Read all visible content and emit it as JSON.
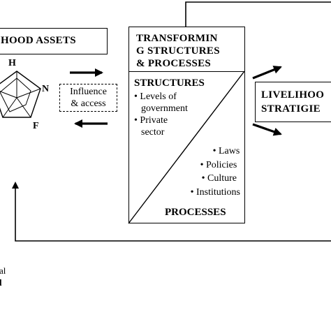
{
  "assets": {
    "title": "HOOD ASSETS",
    "vertices": {
      "h": "H",
      "n": "N",
      "f": "F"
    }
  },
  "influence": {
    "line1": "Influence",
    "line2": "& access"
  },
  "transforming": {
    "title_line1": "TRANSFORMIN",
    "title_line2": "G STRUCTURES",
    "title_line3": "& PROCESSES",
    "structures_heading": "STRUCTURES",
    "structures_items": [
      "Levels of",
      "government",
      "Private",
      "sector"
    ],
    "processes_items": [
      "Laws",
      "Policies",
      "Culture",
      "Institutions"
    ],
    "processes_heading": "PROCESSES"
  },
  "strategies": {
    "line1": "LIVELIHOO",
    "line2": "STRATIGIE"
  },
  "bottom_left": {
    "line1": "al",
    "line2": "l"
  }
}
